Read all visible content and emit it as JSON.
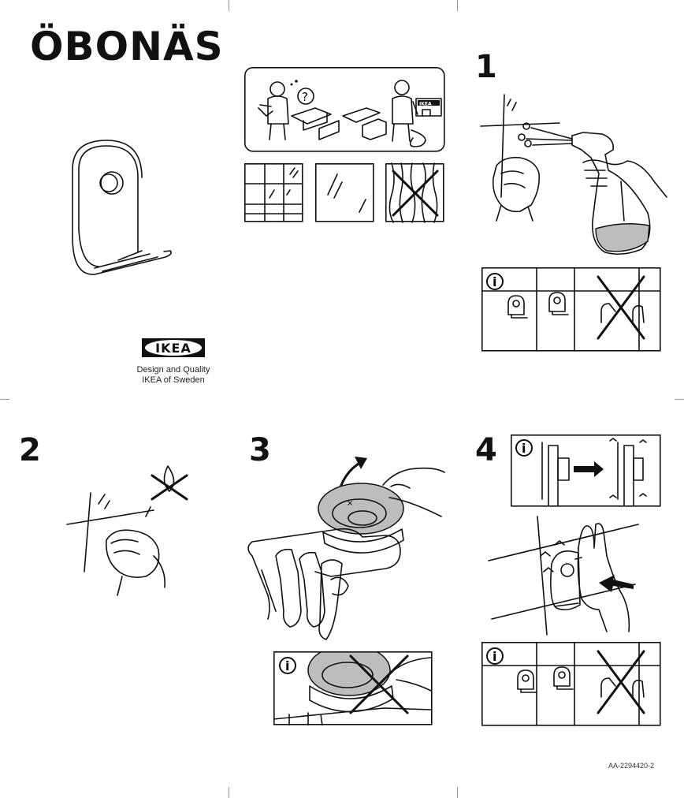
{
  "product_name": "ÖBONÄS",
  "brand": {
    "logo_text": "IKEA",
    "tagline_line1": "Design and Quality",
    "tagline_line2": "IKEA of Sweden"
  },
  "steps": [
    {
      "number": "1"
    },
    {
      "number": "2"
    },
    {
      "number": "3"
    },
    {
      "number": "4"
    }
  ],
  "info_glyph": "i",
  "help_question": "?",
  "store_sign": "IKEA",
  "document_code": "AA-2294420-2",
  "colors": {
    "ink": "#111111",
    "fill_grey": "#bdbdbd",
    "background": "#ffffff"
  }
}
